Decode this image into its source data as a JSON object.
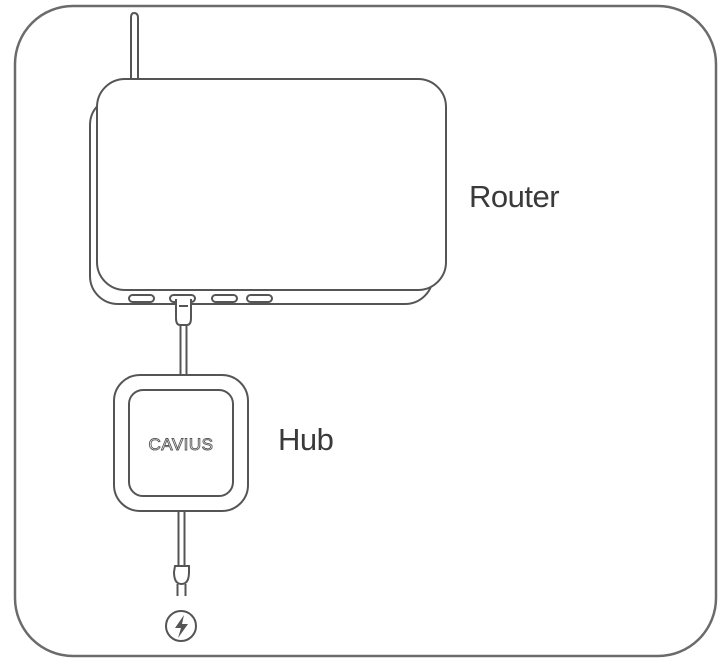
{
  "labels": {
    "router": "Router",
    "hub": "Hub"
  },
  "hub_logo": "CAVIUS",
  "icons": {
    "power": "lightning-bolt-icon",
    "plug": "power-plug-icon",
    "antenna": "antenna-icon"
  },
  "colors": {
    "stroke": "#555555",
    "frame": "#6b6b6b",
    "text": "#3a3a3a"
  }
}
